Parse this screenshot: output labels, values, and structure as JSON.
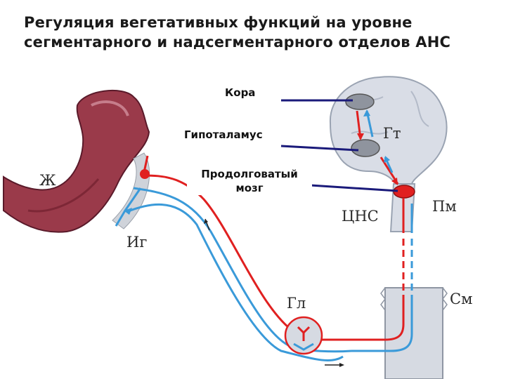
{
  "title": {
    "line1": "Регуляция вегетативных функций на уровне",
    "line2": "сегментарного и надсегментарного отделов АНС"
  },
  "labels": {
    "cortex": "Кора",
    "hypothalamus": "Гипоталамус",
    "medulla_line1": "Продолговатый",
    "medulla_line2": "мозг"
  },
  "figure_letters": {
    "stomach": "Ж",
    "intramural_ganglion": "Иг",
    "hypothalamus_short": "Гт",
    "medulla_short": "Пм",
    "cns": "ЦНС",
    "spinal_cord": "См",
    "ganglion": "Гл"
  },
  "colors": {
    "efferent": "#e02020",
    "afferent": "#3a9ad9",
    "pointer": "#1a1a7a",
    "stomach": "#9a3a4a",
    "brain": "#d9dde6"
  }
}
